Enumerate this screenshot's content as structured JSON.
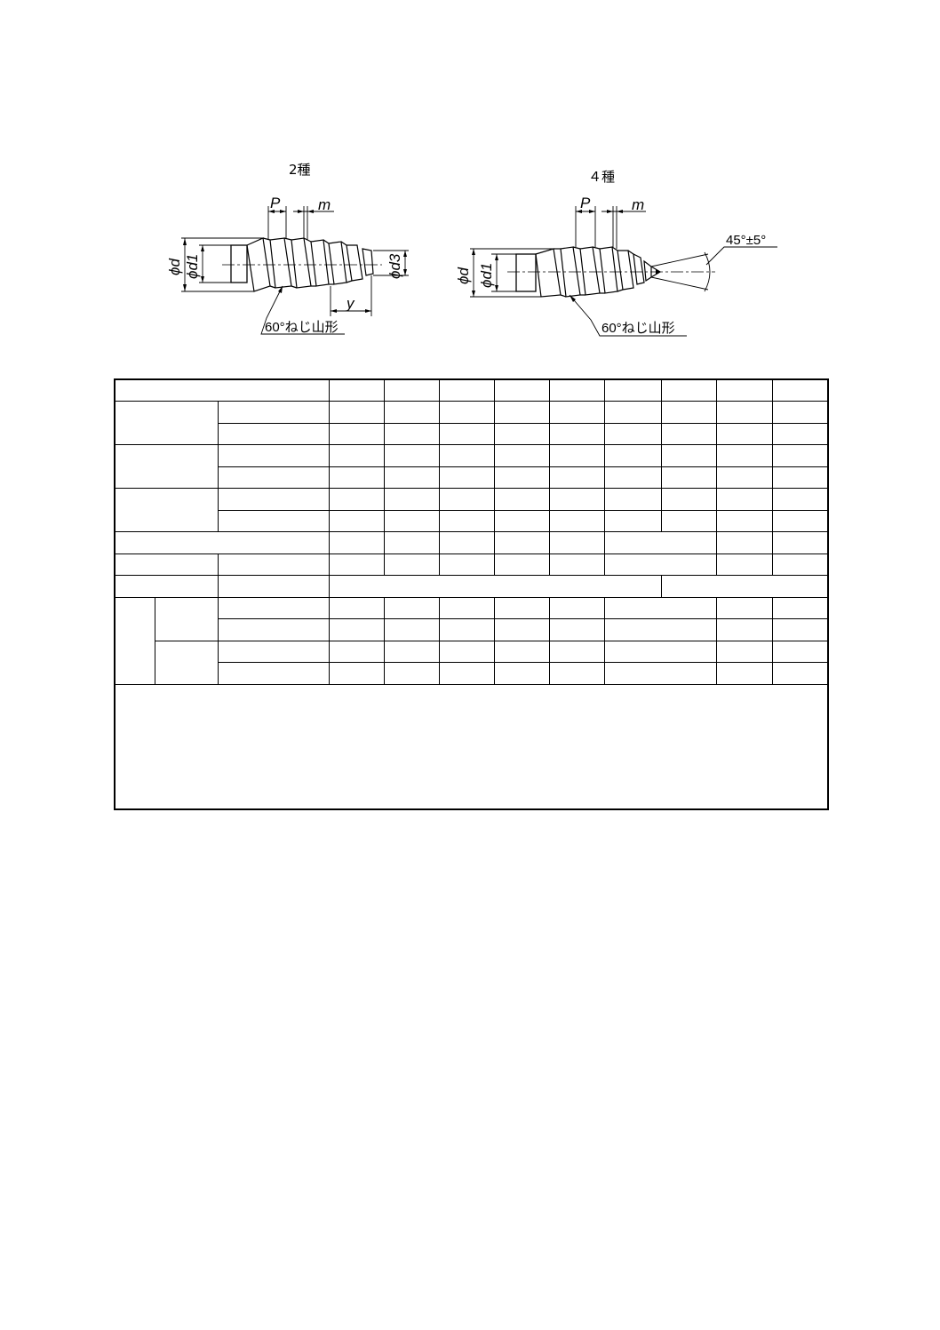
{
  "figures": {
    "type2": {
      "title": "2種",
      "labels": {
        "pitch": "P",
        "m": "m",
        "phi_d": "ϕd",
        "phi_d1": "ϕd1",
        "phi_d3": "ϕd3",
        "y": "y",
        "thread_form": "60°ねじ山形"
      }
    },
    "type4": {
      "title": "４種",
      "labels": {
        "pitch": "P",
        "m": "m",
        "phi_d": "ϕd",
        "phi_d1": "ϕd1",
        "point_angle": "45°±5°",
        "thread_form": "60°ねじ山形"
      }
    }
  },
  "table": {
    "notes": ""
  },
  "colors": {
    "ink": "#000000",
    "paper": "#ffffff"
  },
  "icons": {
    "screw_type2": "tapping-screw-type2-drawing",
    "screw_type4": "tapping-screw-type4-drawing"
  }
}
